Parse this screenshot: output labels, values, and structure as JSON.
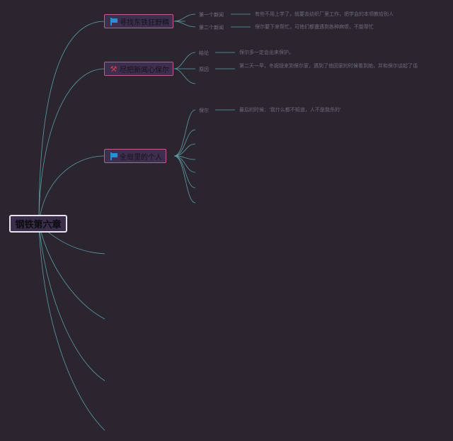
{
  "root": {
    "label": "钢铁第六章"
  },
  "branches": [
    {
      "label": "寻找东铁狂野精",
      "icon": "flag-icon",
      "children": [
        {
          "label": "第一个新闻",
          "note": "有些不用上学了，就要去纺织厂里工作，把学会的本领教给别人"
        },
        {
          "label": "第二个新闻",
          "note": "保尔要下来帮忙，可他们都遭遇到各种麻烦，不能帮忙"
        }
      ]
    },
    {
      "label": "尽把新闻心保尔",
      "icon": "tools-icon",
      "children": [
        {
          "label": "结论",
          "note": "保尔多一定会出来保护。"
        },
        {
          "label": "原因",
          "note": "第二天一早，冬妮娅来到保尔家，遇到了他回家的时候看到她，并和保尔谈起了话"
        }
      ]
    },
    {
      "label": "全局里的个人",
      "icon": "flag-icon",
      "children": [
        {
          "label": "保尔",
          "note": "最后的时候：'我什么都不知道，人不是我杀的'"
        }
      ]
    }
  ],
  "colors": {
    "line": "#5e9ea3",
    "topic_border": "#c45a8e",
    "root_border": "#e7e2ee",
    "background": "#2b2530"
  }
}
